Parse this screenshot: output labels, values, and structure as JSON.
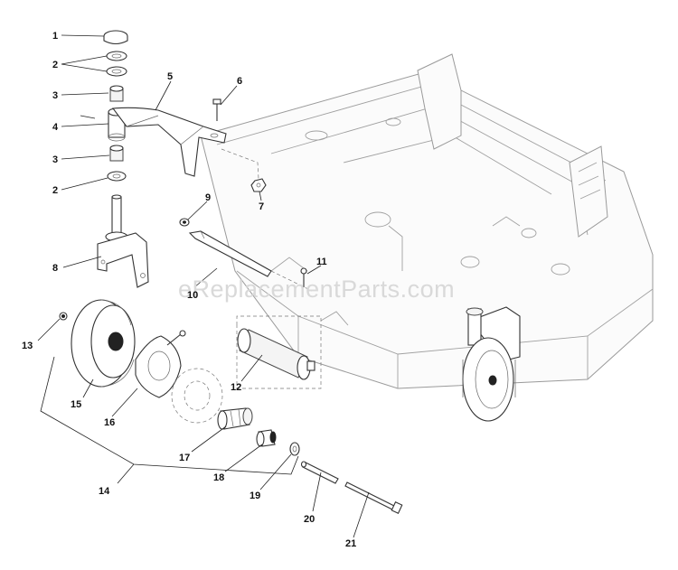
{
  "watermark": "eReplacementParts.com",
  "callouts": [
    {
      "id": "c1",
      "label": "1"
    },
    {
      "id": "c2a",
      "label": "2"
    },
    {
      "id": "c3a",
      "label": "3"
    },
    {
      "id": "c4",
      "label": "4"
    },
    {
      "id": "c3b",
      "label": "3"
    },
    {
      "id": "c2b",
      "label": "2"
    },
    {
      "id": "c5",
      "label": "5"
    },
    {
      "id": "c6",
      "label": "6"
    },
    {
      "id": "c7",
      "label": "7"
    },
    {
      "id": "c8",
      "label": "8"
    },
    {
      "id": "c9",
      "label": "9"
    },
    {
      "id": "c10",
      "label": "10"
    },
    {
      "id": "c11",
      "label": "11"
    },
    {
      "id": "c12",
      "label": "12"
    },
    {
      "id": "c13",
      "label": "13"
    },
    {
      "id": "c14",
      "label": "14"
    },
    {
      "id": "c15",
      "label": "15"
    },
    {
      "id": "c16",
      "label": "16"
    },
    {
      "id": "c17",
      "label": "17"
    },
    {
      "id": "c18",
      "label": "18"
    },
    {
      "id": "c19",
      "label": "19"
    },
    {
      "id": "c20",
      "label": "20"
    },
    {
      "id": "c21",
      "label": "21"
    }
  ]
}
